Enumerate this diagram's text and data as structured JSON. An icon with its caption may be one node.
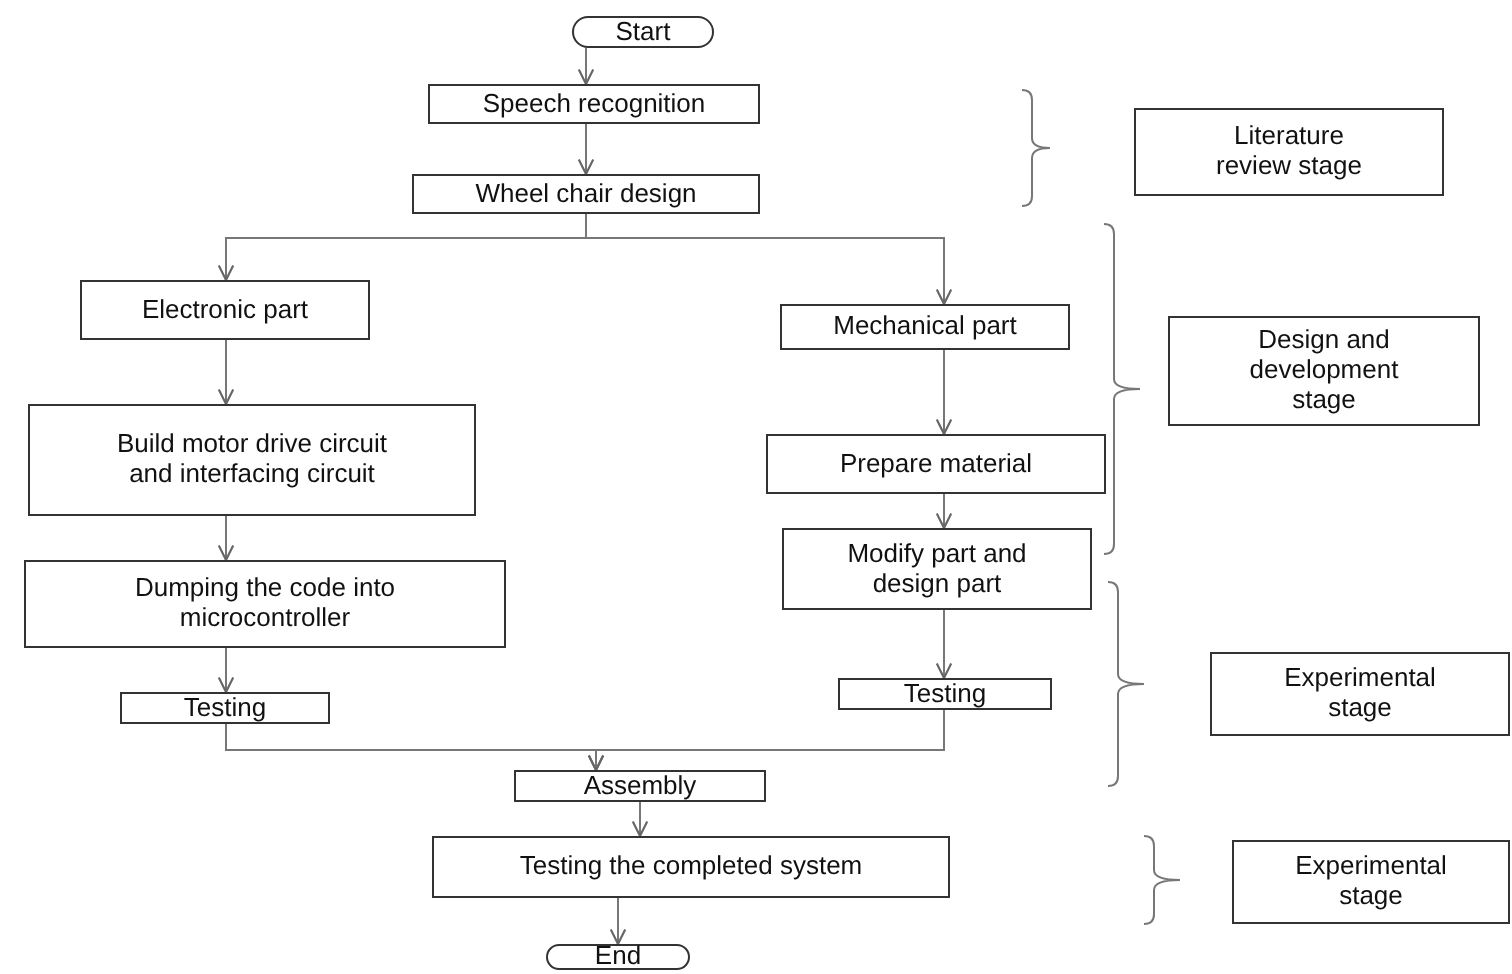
{
  "diagram": {
    "nodes": [
      {
        "text": [
          "Start"
        ]
      },
      {
        "text": [
          "Speech recognition"
        ]
      },
      {
        "text": [
          "Wheel chair design"
        ]
      },
      {
        "text": [
          "Electronic part"
        ]
      },
      {
        "text": [
          "Mechanical part"
        ]
      },
      {
        "text": [
          "Build motor drive circuit and interfacing circuit"
        ]
      },
      {
        "text": [
          "Prepare material"
        ]
      },
      {
        "text": [
          "Dumping the code into microcontroller"
        ]
      },
      {
        "text": [
          "Modify part and design part"
        ]
      },
      {
        "text": [
          "Testing"
        ]
      },
      {
        "text": [
          "Testing"
        ]
      },
      {
        "text": [
          "Assembly"
        ]
      },
      {
        "text": [
          "Testing the completed system"
        ]
      },
      {
        "text": [
          "End"
        ]
      },
      {
        "text": [
          "Literature review stage"
        ]
      },
      {
        "text": [
          "Design and development stage"
        ]
      },
      {
        "text": [
          "Experimental stage"
        ]
      },
      {
        "text": [
          "Experimental stage"
        ]
      }
    ],
    "edges": [
      {
        "from": 0,
        "to": 1,
        "arrow": "to"
      },
      {
        "from": 1,
        "to": 2,
        "arrow": "to"
      },
      {
        "from": 2,
        "to": 3,
        "arrow": "to"
      },
      {
        "from": 2,
        "to": 4,
        "arrow": "to"
      },
      {
        "from": 3,
        "to": 5,
        "arrow": "to"
      },
      {
        "from": 5,
        "to": 7,
        "arrow": "to"
      },
      {
        "from": 7,
        "to": 9,
        "arrow": "to"
      },
      {
        "from": 4,
        "to": 6,
        "arrow": "to"
      },
      {
        "from": 6,
        "to": 8,
        "arrow": "to"
      },
      {
        "from": 8,
        "to": 10,
        "arrow": "to"
      },
      {
        "from": 9,
        "to": 11,
        "arrow": "to"
      },
      {
        "from": 10,
        "to": 11,
        "arrow": "to"
      },
      {
        "from": 11,
        "to": 12,
        "arrow": "to"
      },
      {
        "from": 12,
        "to": 13,
        "arrow": "to"
      }
    ]
  }
}
